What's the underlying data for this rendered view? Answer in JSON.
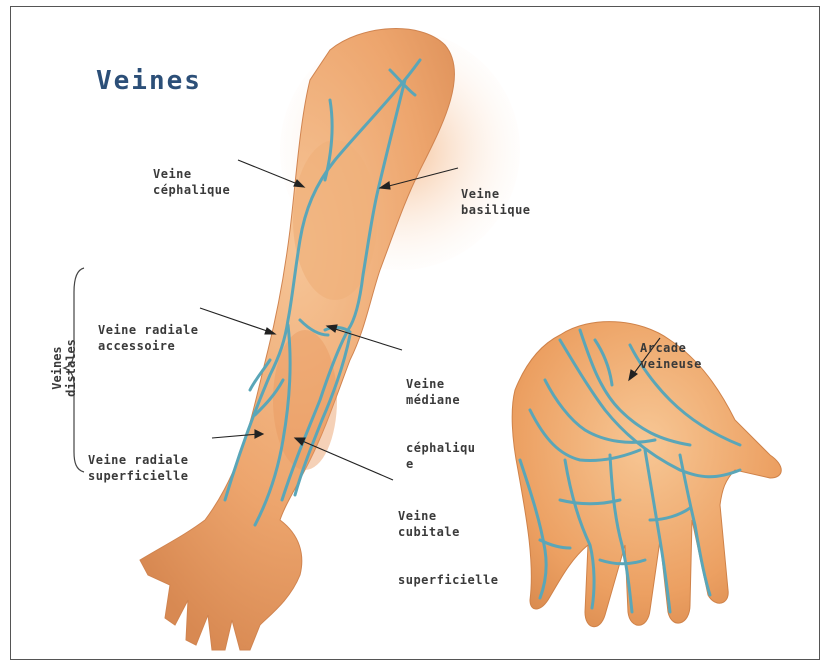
{
  "title": "Veines",
  "labels": {
    "cephalique": [
      "Veine",
      "céphalique"
    ],
    "basilique": [
      "Veine",
      "basilique"
    ],
    "radiale_accessoire": [
      "Veine radiale",
      "accessoire"
    ],
    "mediane_cephalique": [
      "Veine",
      "médiane",
      "céphaliqu",
      "e"
    ],
    "radiale_superficielle": [
      "Veine radiale",
      "superficielle"
    ],
    "cubitale_superficielle": [
      "Veine",
      "cubitale",
      "superficielle"
    ],
    "arcade_veineuse": [
      "Arcade",
      "veineuse"
    ],
    "veines_distales": [
      "Veines",
      "distales"
    ]
  },
  "colors": {
    "skin": "#f2b27a",
    "skin_shadow": "#d98a55",
    "vein": "#5aa6b8",
    "title": "#2c4f78"
  }
}
